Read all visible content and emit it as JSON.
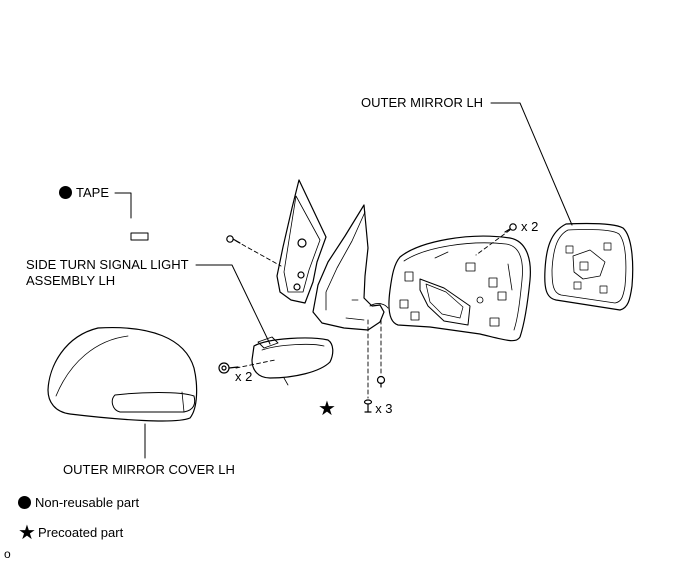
{
  "labels": {
    "outer_mirror": "OUTER MIRROR LH",
    "tape": "TAPE",
    "side_turn_line1": "SIDE TURN SIGNAL LIGHT",
    "side_turn_line2": "ASSEMBLY LH",
    "outer_mirror_cover": "OUTER MIRROR COVER LH"
  },
  "quantities": {
    "screw_mirror": "x 2",
    "screw_signal": "x 2",
    "screw_bottom": "x 3"
  },
  "legend": {
    "non_reusable": "Non-reusable part",
    "precoated": "Precoated part",
    "non_reusable_symbol": "filled-circle-icon",
    "precoated_symbol": "star-icon"
  },
  "corner_mark": "o"
}
